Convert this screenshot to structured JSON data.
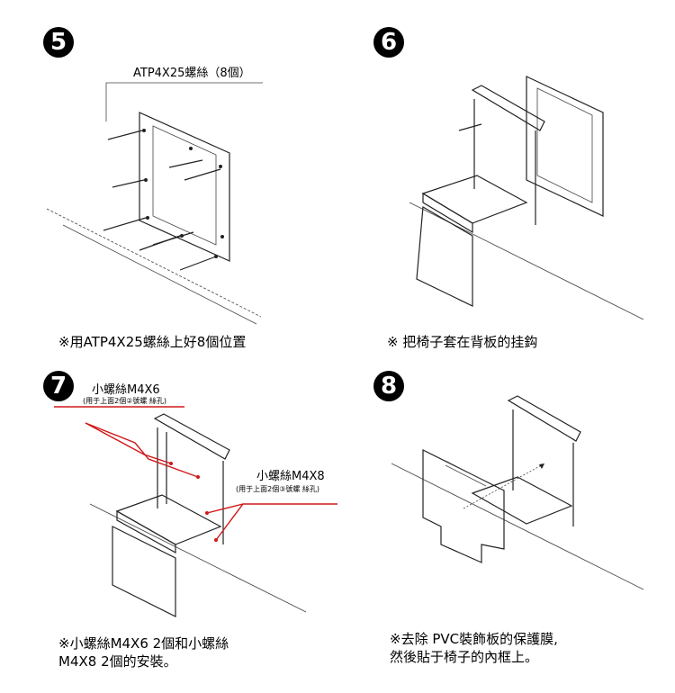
{
  "steps": [
    {
      "number": "5",
      "label": "ATP4X25螺絲（8個）",
      "caption_lines": [
        "※用ATP4X25螺絲上好8個位置"
      ]
    },
    {
      "number": "6",
      "caption_lines": [
        "※ 把椅子套在背板的挂鈎"
      ]
    },
    {
      "number": "7",
      "label_top": "小螺絲M4X6",
      "sublabel_top": "(用于上面2個②號螺 絲孔)",
      "label_side": "小螺絲M4X8",
      "sublabel_side": "(用于上面2個③號螺 絲孔)",
      "caption_lines": [
        "※小螺絲M4X6  2個和小螺絲",
        "  M4X8  2個的安裝。"
      ]
    },
    {
      "number": "8",
      "caption_lines": [
        "※去除 PVC裝飾板的保護膜,",
        "  然後貼于椅子的內框上。"
      ]
    }
  ]
}
